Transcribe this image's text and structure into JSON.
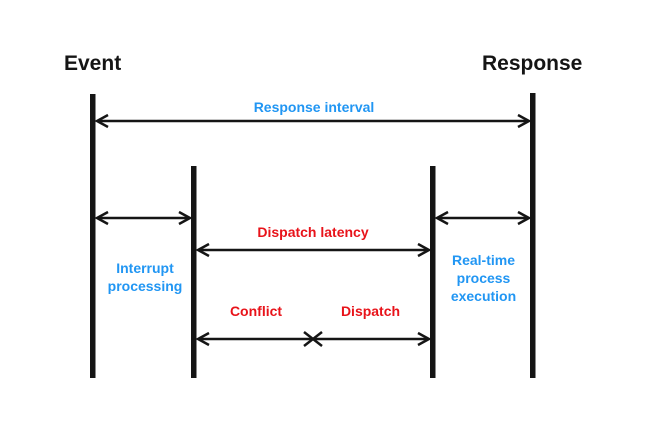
{
  "diagram": {
    "type": "timing-interval-diagram",
    "title_left": "Event",
    "title_right": "Response",
    "intervals": {
      "response_interval": "Response interval",
      "interrupt_processing": "Interrupt processing",
      "dispatch_latency": "Dispatch latency",
      "conflict": "Conflict",
      "dispatch": "Dispatch",
      "realtime_process_execution": "Real-time process execution"
    },
    "colors": {
      "interval_label_blue": "#2196F3",
      "phase_label_red": "#E8131A",
      "line_black": "#151515",
      "background": "#ffffff"
    },
    "timeline_bars": [
      "event",
      "interrupt-end",
      "dispatch-end",
      "response"
    ],
    "notes": "Double-headed arrows span: response interval (event to response), interrupt processing (event to interrupt-end), dispatch latency (interrupt-end to dispatch-end), conflict + dispatch split by an X mark (interrupt-end to dispatch-end), real-time process execution (dispatch-end to response)."
  }
}
